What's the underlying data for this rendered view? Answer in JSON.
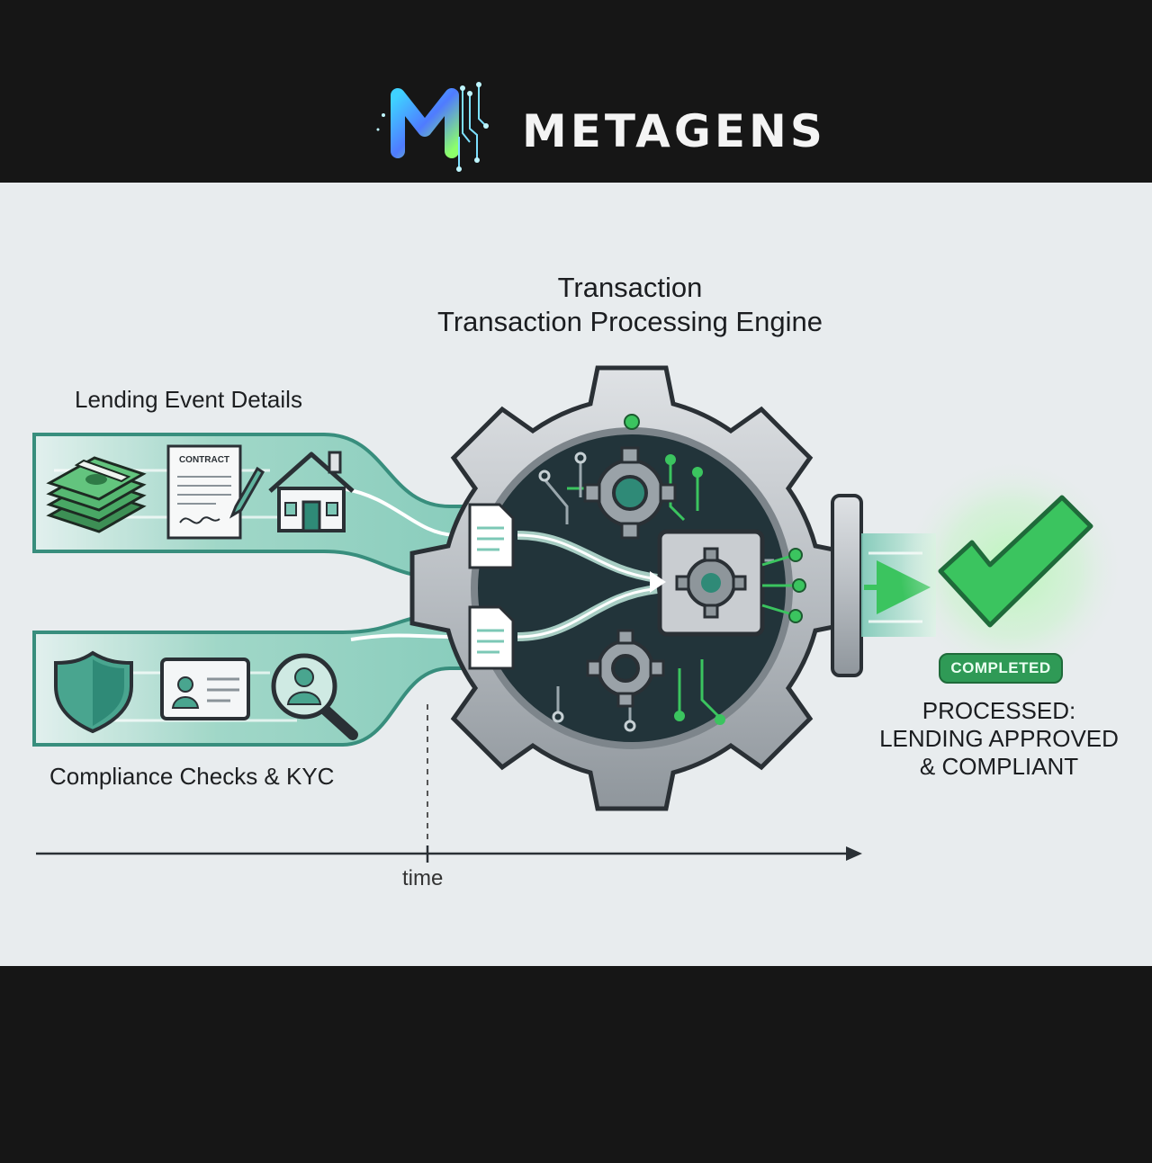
{
  "brand": {
    "name": "METAGENS"
  },
  "engine": {
    "title_line1": "Transaction",
    "title_line2": "Transaction Processing Engine"
  },
  "inputs": {
    "lending_label": "Lending Event Details",
    "compliance_label": "Compliance Checks & KYC",
    "contract_label": "CONTRACT"
  },
  "timeline": {
    "label": "time"
  },
  "output": {
    "badge": "COMPLETED",
    "line1": "PROCESSED:",
    "line2": "LENDING APPROVED",
    "line3": "& COMPLIANT"
  },
  "icons": [
    "money-stack-icon",
    "contract-icon",
    "house-icon",
    "shield-icon",
    "id-card-icon",
    "user-search-icon",
    "document-icon",
    "gear-icon",
    "checkmark-icon"
  ],
  "colors": {
    "stream": "#8fd0bf",
    "stream_edge": "#2f8a77",
    "accent_green": "#3bc45f",
    "engine_dark": "#22343a",
    "gear_gray": "#c9cdd1"
  }
}
